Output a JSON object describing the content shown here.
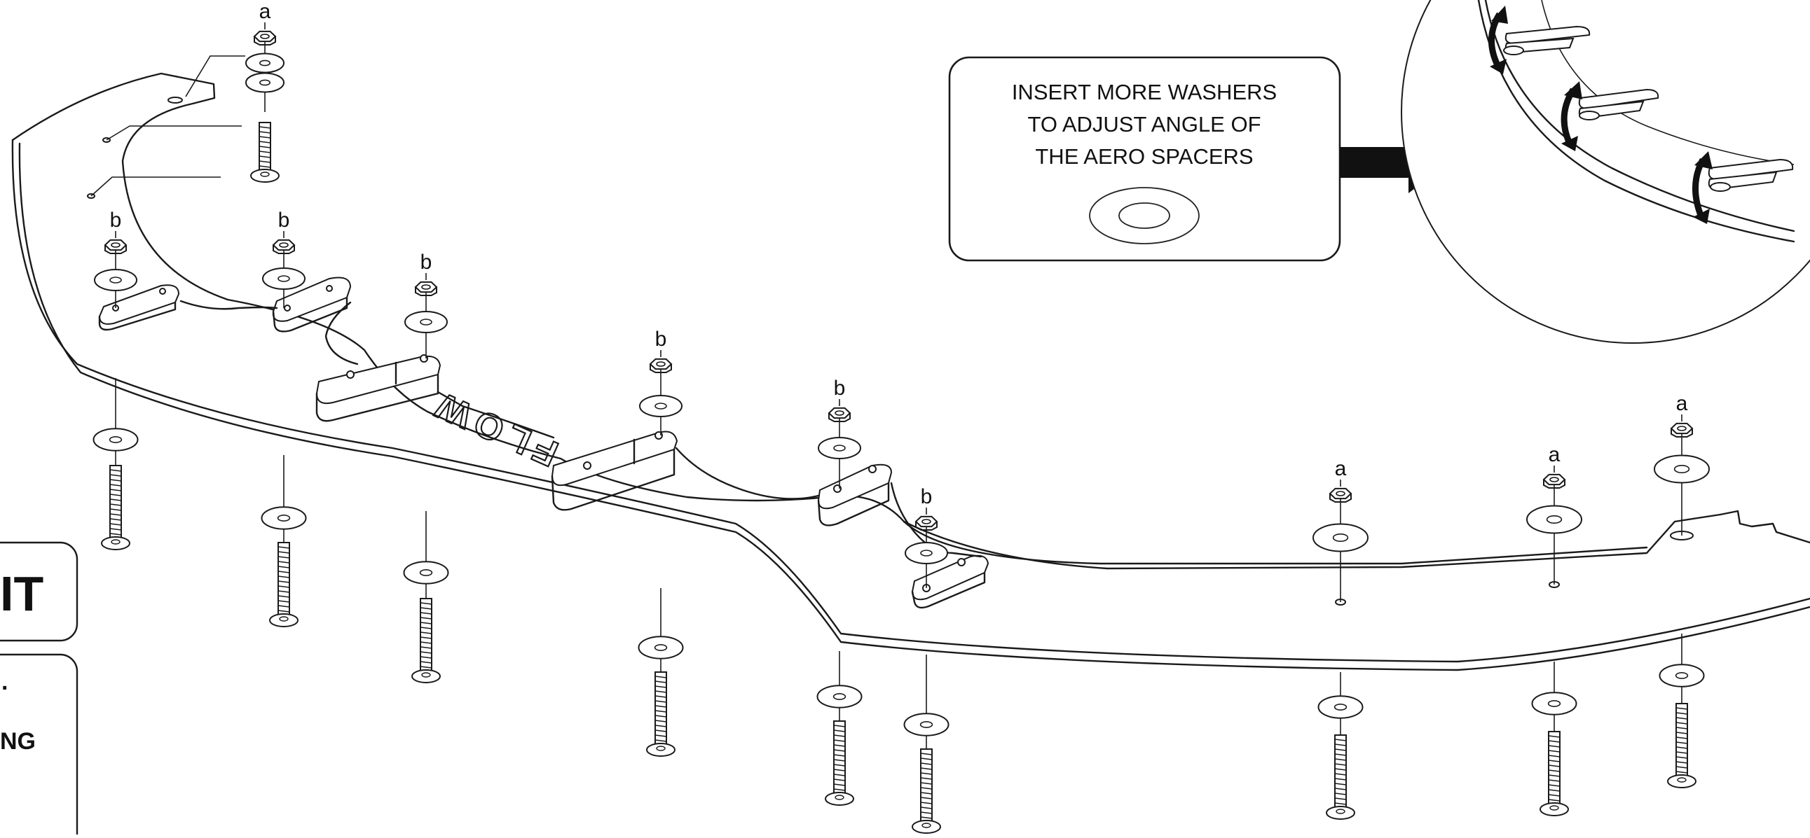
{
  "callout": {
    "lines": [
      "INSERT MORE WASHERS",
      "TO ADJUST  ANGLE OF",
      "THE AERO SPACERS"
    ]
  },
  "part_labels": {
    "nut_a": "a",
    "nut_b": "b"
  },
  "logo_text": "FLOW",
  "side_panel": {
    "box1_fragment": "IT",
    "box2_fragments": [
      ".",
      "NG"
    ]
  },
  "colors": {
    "line": "#1a1a1a",
    "background": "#ffffff",
    "arrow": "#111111"
  },
  "icons": [
    "washer-icon",
    "right-arrow-icon",
    "curved-double-arrow-icon",
    "hex-nut-icon",
    "bolt-icon"
  ]
}
